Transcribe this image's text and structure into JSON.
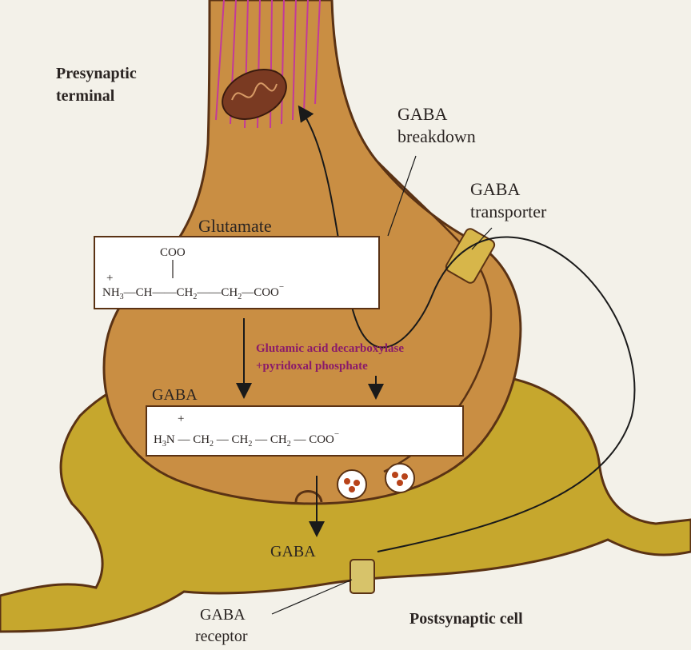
{
  "labels": {
    "presynaptic_line1": "Presynaptic",
    "presynaptic_line2": "terminal",
    "gaba_breakdown_line1": "GABA",
    "gaba_breakdown_line2": "breakdown",
    "gaba_transporter_line1": "GABA",
    "gaba_transporter_line2": "transporter",
    "glutamate": "Glutamate",
    "gaba_box": "GABA",
    "gaba_cleft": "GABA",
    "gaba_receptor_line1": "GABA",
    "gaba_receptor_line2": "receptor",
    "postsynaptic": "Postsynaptic cell"
  },
  "enzyme": {
    "line1": "Glutamic acid decarboxylase",
    "line2": "+pyridoxal phosphate"
  },
  "glutamate_formula": {
    "top_group": "COO",
    "amine": "NH",
    "amine_sub": "3",
    "amine_charge": "+",
    "ch": "CH",
    "ch2_a": "CH",
    "ch2_a_sub": "2",
    "ch2_b": "CH",
    "ch2_b_sub": "2",
    "carboxyl": "COO",
    "carboxyl_charge": "−"
  },
  "gaba_formula": {
    "charge": "+",
    "amine": "H",
    "amine_sub": "3",
    "amine_n": "N",
    "ch2_1": "CH",
    "ch2_1_sub": "2",
    "ch2_2": "CH",
    "ch2_2_sub": "2",
    "ch2_3": "CH",
    "ch2_3_sub": "2",
    "carboxyl": "COO",
    "carboxyl_charge": "−"
  },
  "colors": {
    "background": "#f3f1e9",
    "presynaptic_fill": "#c98e43",
    "postsynaptic_fill": "#c6a72d",
    "outline": "#5a3214",
    "mitochondrion": "#7a3a22",
    "microtubule": "#c23a9a",
    "enzyme_text": "#8a1a6a"
  }
}
